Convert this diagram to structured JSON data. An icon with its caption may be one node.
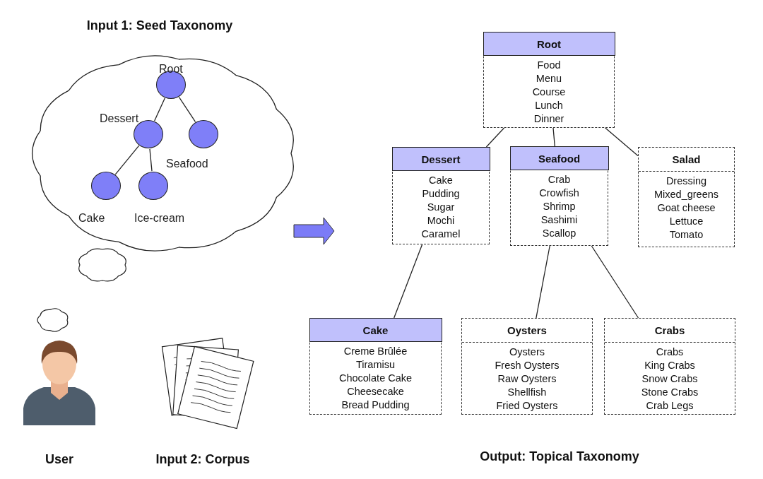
{
  "diagram": {
    "nodes": [
      {
        "text": [
          "Input 1: Seed Taxonomy"
        ]
      },
      {
        "text": [],
        "shape": "circle",
        "beside": [
          "Root"
        ],
        "in": 0
      },
      {
        "text": [],
        "shape": "circle",
        "beside": [
          "Dessert"
        ],
        "in": 0
      },
      {
        "text": [],
        "shape": "circle",
        "beside": [
          "Seafood"
        ],
        "in": 0
      },
      {
        "text": [],
        "shape": "circle",
        "beside": [
          "Cake"
        ],
        "in": 0
      },
      {
        "text": [],
        "shape": "circle",
        "beside": [
          "Ice-cream"
        ],
        "in": 0
      },
      {
        "text": [
          "Root",
          "Food",
          "Menu",
          "Course",
          "Lunch",
          "Dinner"
        ]
      },
      {
        "text": [
          "Dessert",
          "Cake",
          "Pudding",
          "Sugar",
          "Mochi",
          "Caramel"
        ]
      },
      {
        "text": [
          "Seafood",
          "Crab",
          "Crowfish",
          "Shrimp",
          "Sashimi",
          "Scallop"
        ]
      },
      {
        "text": [
          "Salad",
          "Dressing",
          "Mixed_greens",
          "Goat cheese",
          "Lettuce",
          "Tomato"
        ]
      },
      {
        "text": [
          "Cake",
          "Creme Brûlée",
          "Tiramisu",
          "Chocolate Cake",
          "Cheesecake",
          "Bread Pudding"
        ]
      },
      {
        "text": [
          "Oysters",
          "Oysters",
          "Fresh Oysters",
          "Raw Oysters",
          "Shellfish",
          "Fried Oysters"
        ]
      },
      {
        "text": [
          "Crabs",
          "Crabs",
          "King Crabs",
          "Snow Crabs",
          "Stone Crabs",
          "Crab Legs"
        ]
      }
    ],
    "edges": [
      {
        "from": 1,
        "to": 2,
        "arrow": "none"
      },
      {
        "from": 1,
        "to": 3,
        "arrow": "none"
      },
      {
        "from": 2,
        "to": 4,
        "arrow": "none"
      },
      {
        "from": 2,
        "to": 5,
        "arrow": "none"
      },
      {
        "from": 6,
        "to": 7,
        "arrow": "none"
      },
      {
        "from": 6,
        "to": 8,
        "arrow": "none"
      },
      {
        "from": 6,
        "to": 9,
        "arrow": "none"
      },
      {
        "from": 7,
        "to": 10,
        "arrow": "none"
      },
      {
        "from": 8,
        "to": 11,
        "arrow": "none"
      },
      {
        "from": 8,
        "to": 12,
        "arrow": "none"
      },
      {
        "from": 0,
        "to": null,
        "arrow": "to",
        "style": "thick"
      }
    ],
    "labels": [
      "User",
      "Input 2: Corpus",
      "Output: Topical Taxonomy"
    ]
  }
}
